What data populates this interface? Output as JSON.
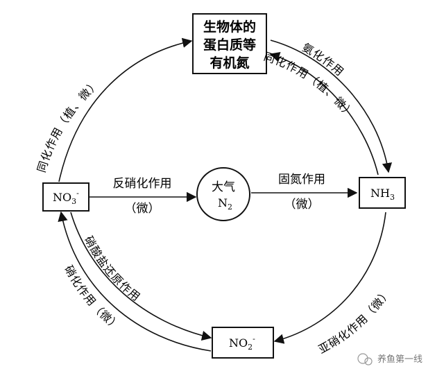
{
  "nodes": {
    "protein": {
      "line1": "生物体的",
      "line2": "蛋白质等",
      "line3": "有机氮"
    },
    "no3": {
      "formula": "NO",
      "sub": "3",
      "sup": "-"
    },
    "nh3": {
      "formula": "NH",
      "sub": "3"
    },
    "no2": {
      "formula": "NO",
      "sub": "2",
      "sup": "-"
    },
    "atmosphere": {
      "line1": "大气",
      "formula": "N",
      "sub": "2"
    }
  },
  "processes": {
    "assimilation_left": "同化作用（植、微）",
    "ammonification": "氨化作用",
    "assimilation_right": "同化作用（植、微）",
    "denitrification": "反硝化作用",
    "denitrification_org": "（微）",
    "fixation": "固氮作用",
    "fixation_org": "（微）",
    "nitrate_reduction": "硝酸盐还原作用",
    "nitrification": "硝化作用（微）",
    "nitrite_oxidation": "亚硝化作用（微）"
  },
  "watermark": {
    "text": "养鱼第一线"
  }
}
